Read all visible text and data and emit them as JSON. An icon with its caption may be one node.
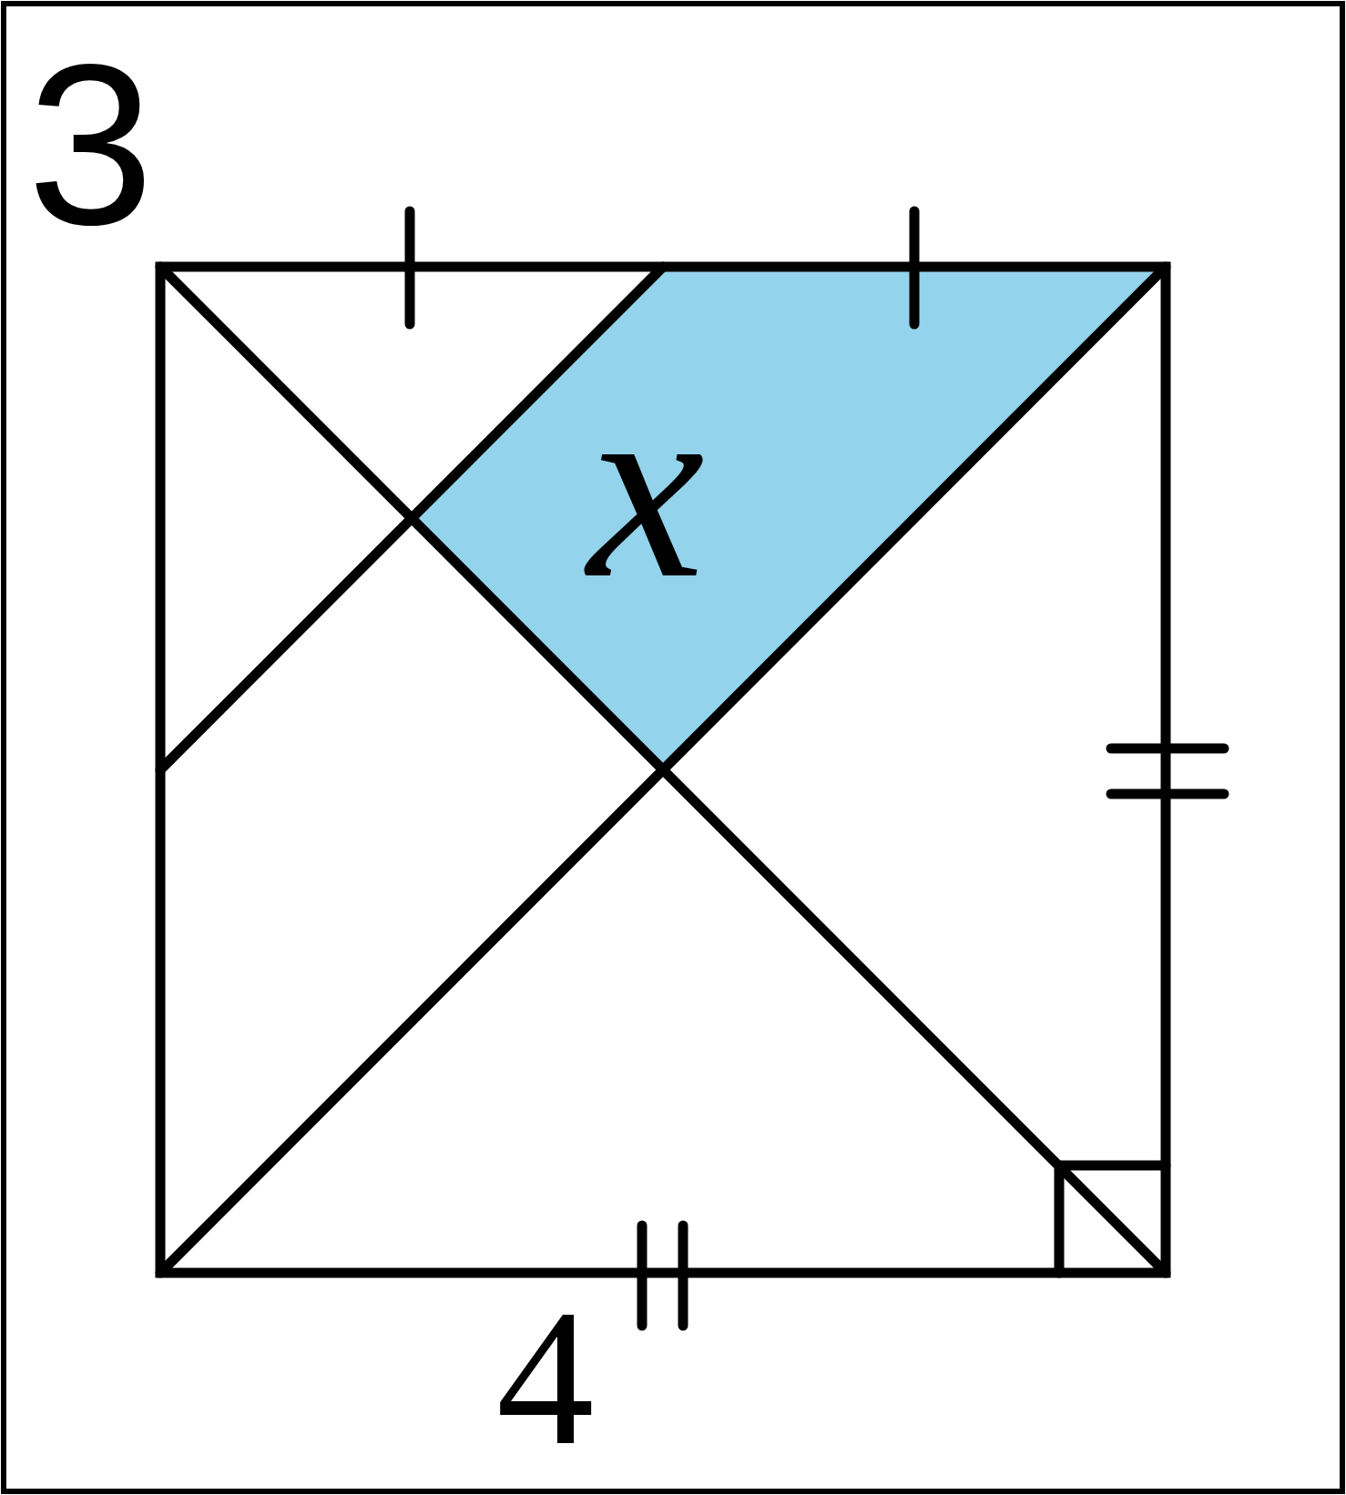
{
  "diagram": {
    "labels": [
      "3",
      "x",
      "4"
    ]
  }
}
